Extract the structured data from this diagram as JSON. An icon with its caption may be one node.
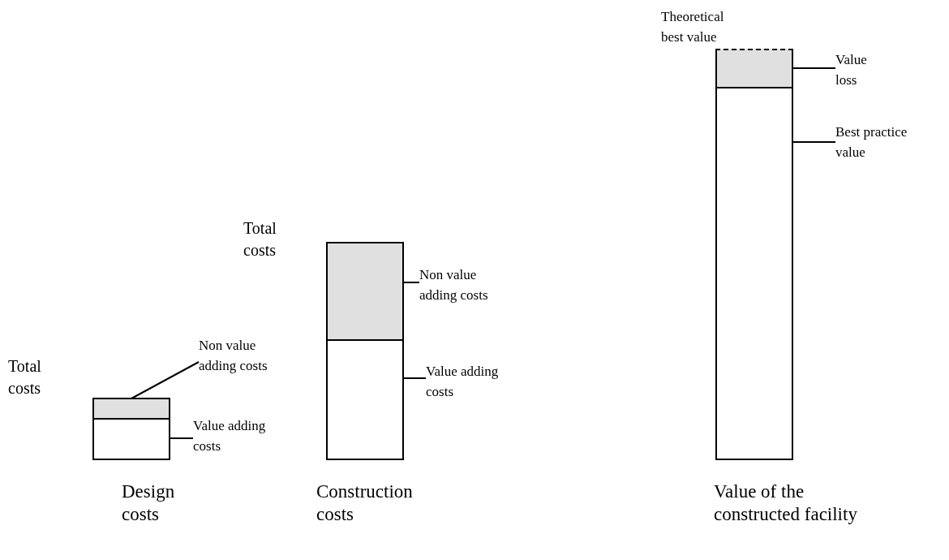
{
  "diagram": {
    "nodes": [
      {
        "text": [],
        "shape": "bar"
      },
      {
        "text": [],
        "shape": "bar"
      },
      {
        "text": [
          "Non value adding costs"
        ]
      },
      {
        "text": [
          "Value adding costs"
        ]
      },
      {
        "text": [],
        "shape": "bar"
      },
      {
        "text": [],
        "shape": "bar"
      },
      {
        "text": [
          "Non value adding costs"
        ]
      },
      {
        "text": [
          "Value adding costs"
        ]
      },
      {
        "text": [],
        "shape": "bar"
      },
      {
        "text": [],
        "shape": "bar"
      },
      {
        "text": [
          "Value loss"
        ]
      },
      {
        "text": [
          "Best practice value"
        ]
      }
    ],
    "edges": [
      {
        "from": 2,
        "to": 0,
        "arrow": "none"
      },
      {
        "from": 3,
        "to": 1,
        "arrow": "none"
      },
      {
        "from": 6,
        "to": 4,
        "arrow": "none"
      },
      {
        "from": 7,
        "to": 5,
        "arrow": "none"
      },
      {
        "from": 10,
        "to": 8,
        "arrow": "none"
      },
      {
        "from": 11,
        "to": 9,
        "arrow": "none"
      }
    ],
    "labels": [
      "Theoretical best value",
      "Total costs",
      "Total costs",
      "Design costs",
      "Construction costs",
      "Value of the constructed facility"
    ]
  }
}
